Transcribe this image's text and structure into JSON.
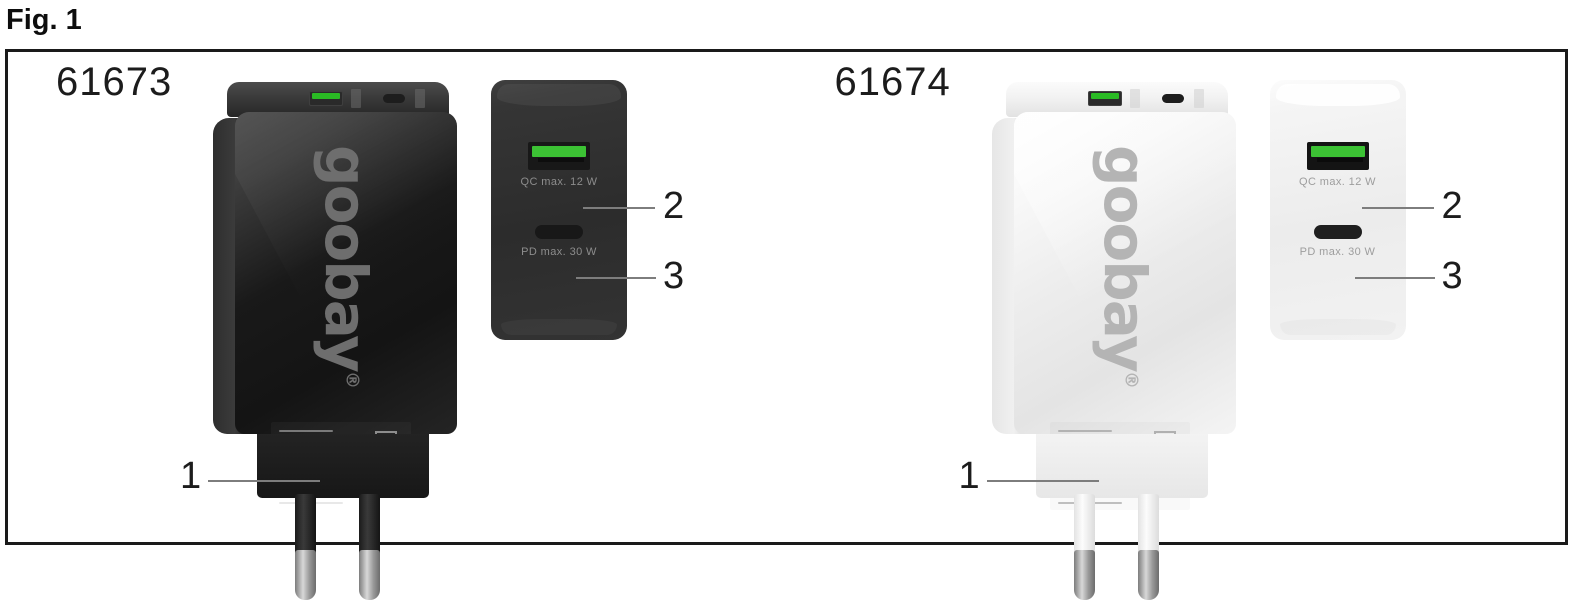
{
  "figure": {
    "caption": "Fig. 1"
  },
  "panels": [
    {
      "sku": "61673",
      "variant": "black",
      "brand": "goobay",
      "brand_registered": "®",
      "detail_view": {
        "usb_a_caption": "QC max. 12 W",
        "usb_c_caption": "PD max. 30 W"
      },
      "callouts": [
        {
          "number": "1",
          "target": "type-plate-label"
        },
        {
          "number": "2",
          "target": "usb-a-port"
        },
        {
          "number": "3",
          "target": "usb-c-port"
        }
      ]
    },
    {
      "sku": "61674",
      "variant": "white",
      "brand": "goobay",
      "brand_registered": "®",
      "detail_view": {
        "usb_a_caption": "QC max. 12 W",
        "usb_c_caption": "PD max. 30 W"
      },
      "callouts": [
        {
          "number": "1",
          "target": "type-plate-label"
        },
        {
          "number": "2",
          "target": "usb-a-port"
        },
        {
          "number": "3",
          "target": "usb-c-port"
        }
      ]
    }
  ],
  "colors": {
    "usb_a_tongue_green": "#3cc234",
    "frame_border": "#1a1a1a",
    "text": "#1c1c1c",
    "leader_line": "#7d7d7d",
    "black_body": "#1d1d1d",
    "white_body": "#f0f0f0",
    "logo_dark_variant": "#6e6e6e",
    "logo_light_variant": "#b4b4b4"
  }
}
